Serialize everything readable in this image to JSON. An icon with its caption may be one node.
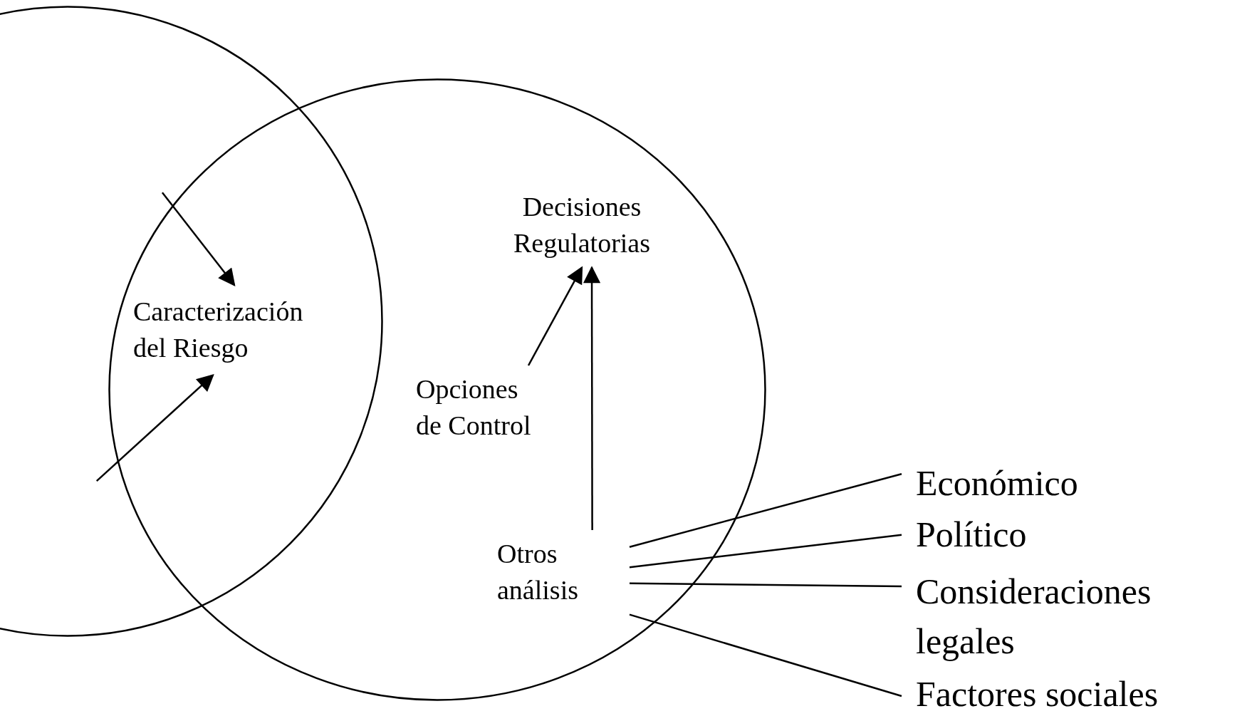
{
  "diagram": {
    "nodes": [
      {
        "text": [],
        "shape": "circle"
      },
      {
        "text": [],
        "shape": "circle"
      },
      {
        "text": [
          "Caracterización del Riesgo"
        ]
      },
      {
        "text": [
          "Decisiones Regulatorias"
        ],
        "in": 1
      },
      {
        "text": [
          "Opciones de Control"
        ],
        "in": 1
      },
      {
        "text": [
          "Otros análisis"
        ],
        "in": 1
      },
      {
        "text": [
          "Económico"
        ]
      },
      {
        "text": [
          "Político"
        ]
      },
      {
        "text": [
          "Consideraciones legales"
        ]
      },
      {
        "text": [
          "Factores sociales"
        ]
      }
    ],
    "edges": [
      {
        "from": 0,
        "to": 2,
        "arrow": "to"
      },
      {
        "from": 0,
        "to": 2,
        "arrow": "to"
      },
      {
        "from": 4,
        "to": 3,
        "arrow": "to"
      },
      {
        "from": 5,
        "to": 3,
        "arrow": "to"
      },
      {
        "from": 5,
        "to": 6,
        "arrow": "none"
      },
      {
        "from": 5,
        "to": 7,
        "arrow": "none"
      },
      {
        "from": 5,
        "to": 8,
        "arrow": "none"
      },
      {
        "from": 5,
        "to": 9,
        "arrow": "none"
      }
    ]
  }
}
